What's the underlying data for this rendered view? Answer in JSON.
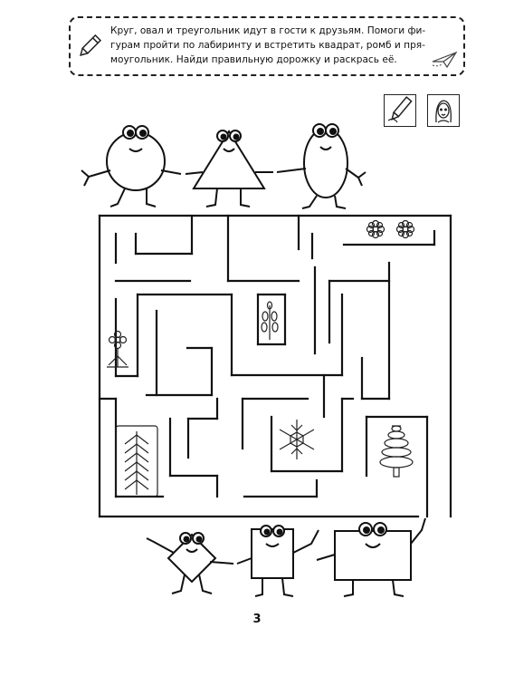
{
  "instruction": {
    "lines": [
      "Круг, овал и треугольник идут в гости к друзьям. Помоги фи-",
      "гурам пройти по лабиринту и встретить квадрат, ромб и пря-",
      "моугольник. Найди правильную дорожку и раскрась её."
    ]
  },
  "task_icons": [
    "pencil-draw-icon",
    "face-portrait-icon"
  ],
  "characters_top": [
    "circle-character",
    "triangle-character",
    "oval-character"
  ],
  "characters_bottom": [
    "rhombus-character",
    "square-character",
    "rectangle-character"
  ],
  "maze_pictures": [
    "flower-icon",
    "flower-icon",
    "branch-icon",
    "flower-icon",
    "spruce-icon",
    "snowflake-icon",
    "fir-tree-icon"
  ],
  "page": {
    "number": "3"
  }
}
